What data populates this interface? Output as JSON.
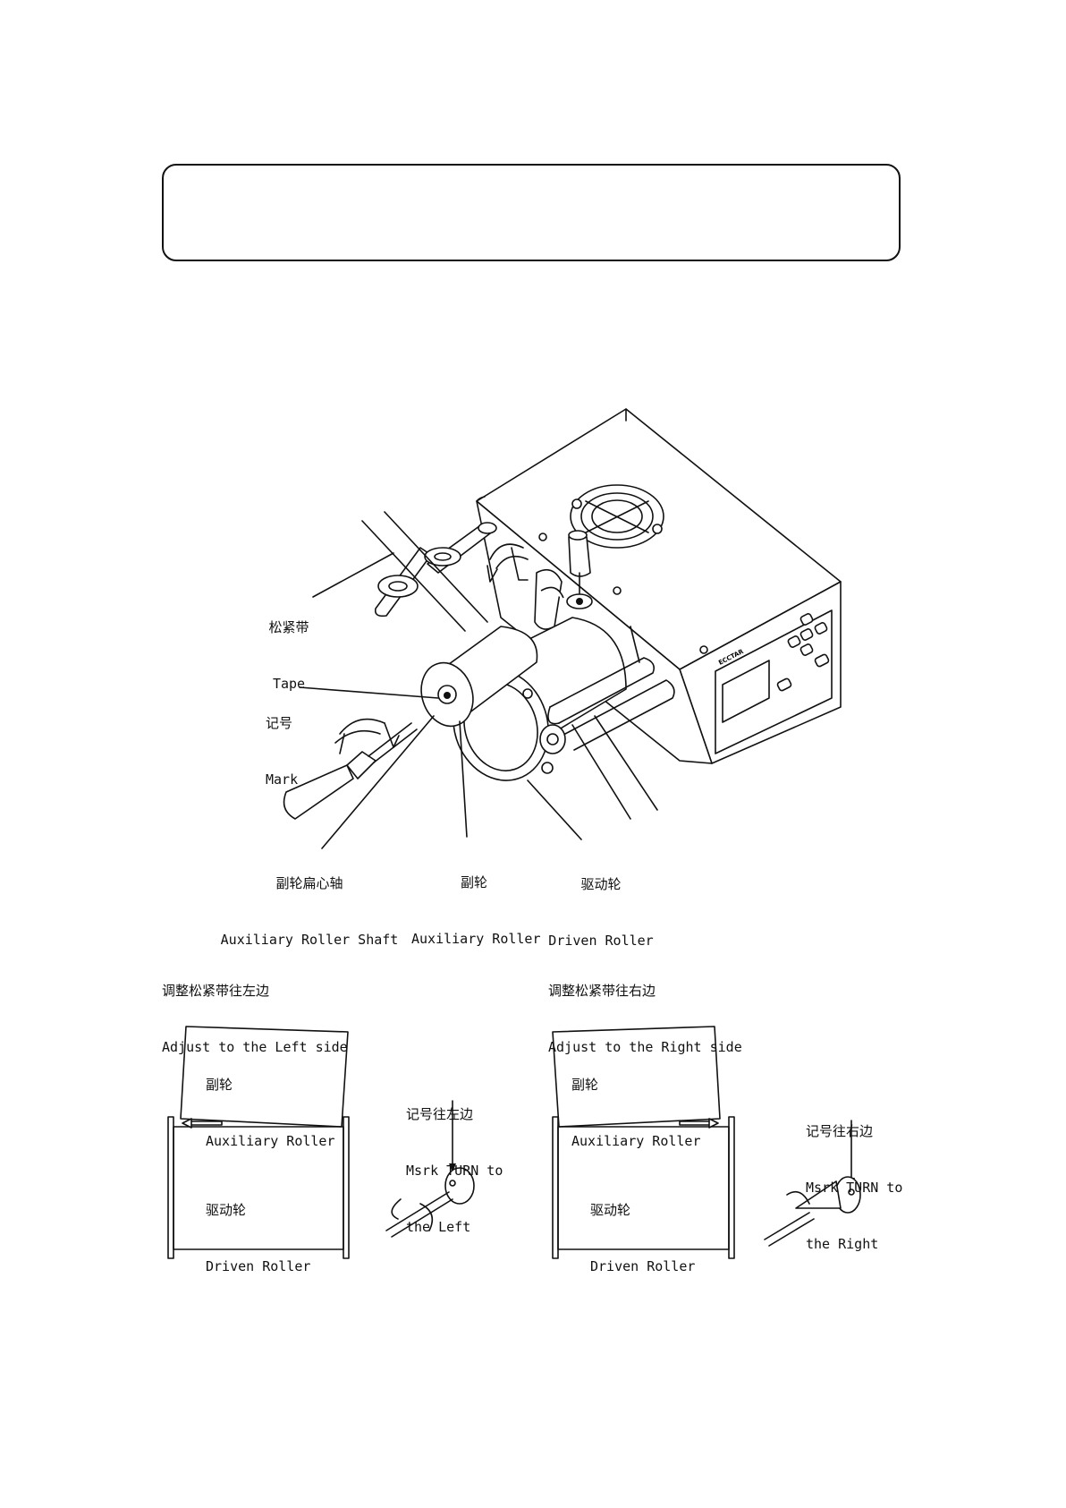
{
  "device": {
    "brand": "ECCTAR"
  },
  "callouts": {
    "tape": {
      "zh": "松紧带",
      "en": "Tape"
    },
    "mark": {
      "zh": "记号",
      "en": "Mark"
    },
    "shaft": {
      "zh": "副轮扁心轴",
      "en": "Auxiliary Roller Shaft"
    },
    "aux": {
      "zh": "副轮",
      "en": "Auxiliary Roller"
    },
    "driven": {
      "zh": "驱动轮",
      "en": "Driven Roller"
    }
  },
  "left_panel": {
    "heading_zh": "调整松紧带往左边",
    "heading_en": "Adjust to the Left side",
    "aux_zh": "副轮",
    "aux_en": "Auxiliary Roller",
    "driven_zh": "驱动轮",
    "driven_en": "Driven Roller",
    "mark_zh": "记号往左边",
    "mark_en1": "Msrk TURN to",
    "mark_en2": "the Left"
  },
  "right_panel": {
    "heading_zh": "调整松紧带往右边",
    "heading_en": "Adjust to the Right side",
    "aux_zh": "副轮",
    "aux_en": "Auxiliary Roller",
    "driven_zh": "驱动轮",
    "driven_en": "Driven Roller",
    "mark_zh": "记号往右边",
    "mark_en1": "Msrk TURN to",
    "mark_en2": "the Right"
  }
}
